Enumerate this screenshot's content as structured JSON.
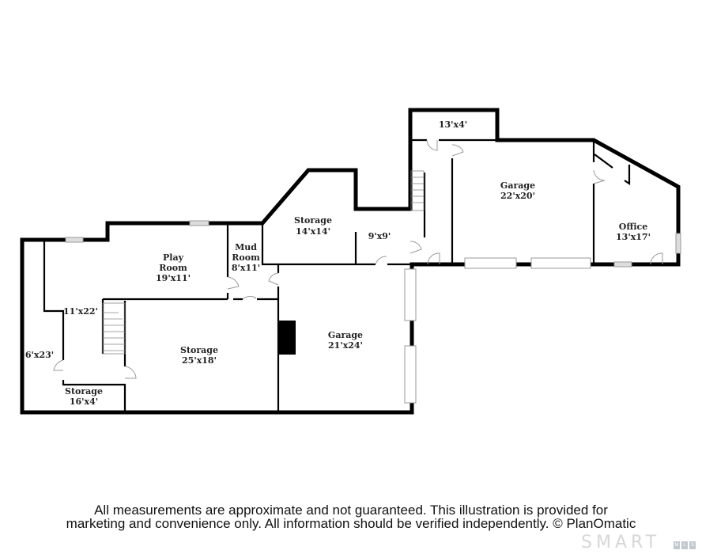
{
  "rooms": [
    {
      "name": "Play Room",
      "size": "19'x11'"
    },
    {
      "name": "Mud Room",
      "size": "8'x11'"
    },
    {
      "name": "",
      "size": "11'x22'"
    },
    {
      "name": "",
      "size": "6'x23'"
    },
    {
      "name": "Storage",
      "size": "16'x4'"
    },
    {
      "name": "Storage",
      "size": "25'x18'"
    },
    {
      "name": "Garage",
      "size": "21'x24'"
    },
    {
      "name": "Storage",
      "size": "14'x14'"
    },
    {
      "name": "",
      "size": "9'x9'"
    },
    {
      "name": "",
      "size": "13'x4'"
    },
    {
      "name": "Garage",
      "size": "22'x20'"
    },
    {
      "name": "Office",
      "size": "13'x17'"
    }
  ],
  "play_room_line1": "Play",
  "play_room_line2": "Room",
  "mud_room_line1": "Mud",
  "mud_room_line2": "Room",
  "disclaimer": {
    "line1": "All measurements are approximate and not guaranteed. This illustration is provided for",
    "line2": "marketing and convenience only. All information should be verified independently. © PlanOmatic"
  },
  "watermark": {
    "text": "SMART",
    "sub": [
      "M",
      "L",
      "S"
    ]
  }
}
